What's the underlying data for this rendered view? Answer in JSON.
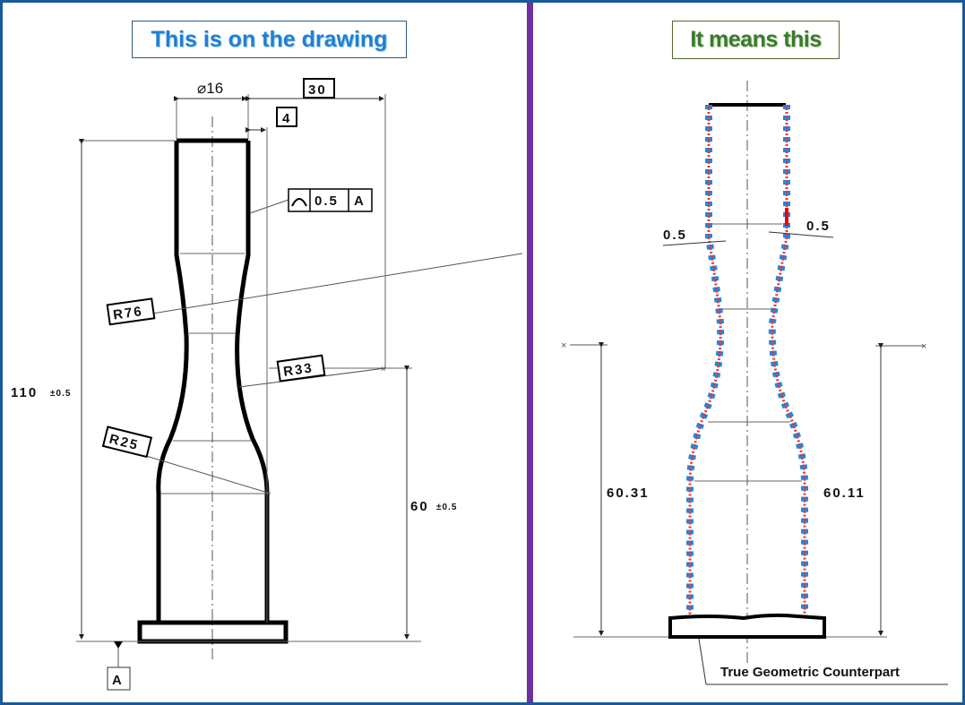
{
  "left_panel": {
    "title": "This is on the drawing",
    "dimensions": {
      "diameter": "⌀16",
      "basic_30": "30",
      "basic_4": "4",
      "overall_height": "110",
      "overall_height_tol": "±0.5",
      "lower_height": "60",
      "lower_height_tol": "±0.5",
      "radius_76": "R76",
      "radius_33": "R33",
      "radius_25": "R25"
    },
    "feature_control_frame": {
      "symbol": "profile-of-a-line-icon",
      "tolerance": "0.5",
      "datum": "A"
    },
    "datum_label": "A"
  },
  "right_panel": {
    "title": "It means this",
    "dimensions": {
      "left_zone": "0.5",
      "right_zone": "0.5",
      "left_height": "60.31",
      "right_height": "60.11"
    },
    "counterpart_label": "True Geometric Counterpart"
  },
  "colors": {
    "frame": "#1a5a9a",
    "divider": "#7030a0",
    "left_title": "#1f7fd6",
    "right_title": "#3c7a2e",
    "tolerance_zone": "#1e88e5",
    "actual_surface": "#e53935"
  }
}
